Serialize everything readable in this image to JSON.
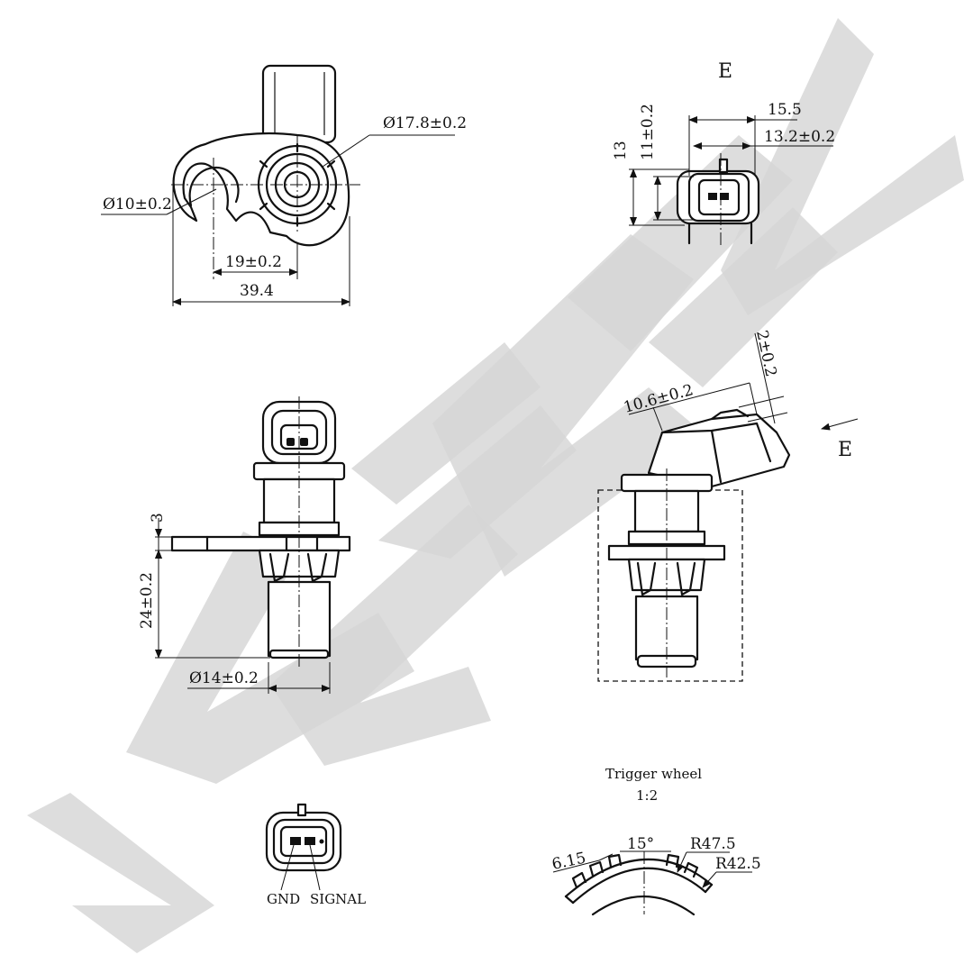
{
  "watermark": {
    "color": "#d6d6d6"
  },
  "top_left_view": {
    "bore_diameter": "Ø17.8±0.2",
    "hole_diameter": "Ø10±0.2",
    "center_distance": "19±0.2",
    "overall_length": "39.4"
  },
  "connector_view": {
    "view_letter": "E",
    "outer_width": "15.5",
    "inner_width": "13.2±0.2",
    "outer_height": "13",
    "inner_height": "11±0.2"
  },
  "side_view": {
    "flange_thickness": "3",
    "probe_length": "24±0.2",
    "probe_diameter": "Ø14±0.2"
  },
  "angled_view": {
    "view_marker": "E",
    "plug_width": "10.6±0.2",
    "lock_height": "2±0.2"
  },
  "pinout": {
    "gnd_label": "GND",
    "signal_label": "SIGNAL"
  },
  "trigger_wheel": {
    "title": "Trigger wheel",
    "scale": "1:2",
    "tooth_width": "6.15",
    "tooth_angle": "15°",
    "outer_radius": "R47.5",
    "inner_radius": "R42.5"
  }
}
